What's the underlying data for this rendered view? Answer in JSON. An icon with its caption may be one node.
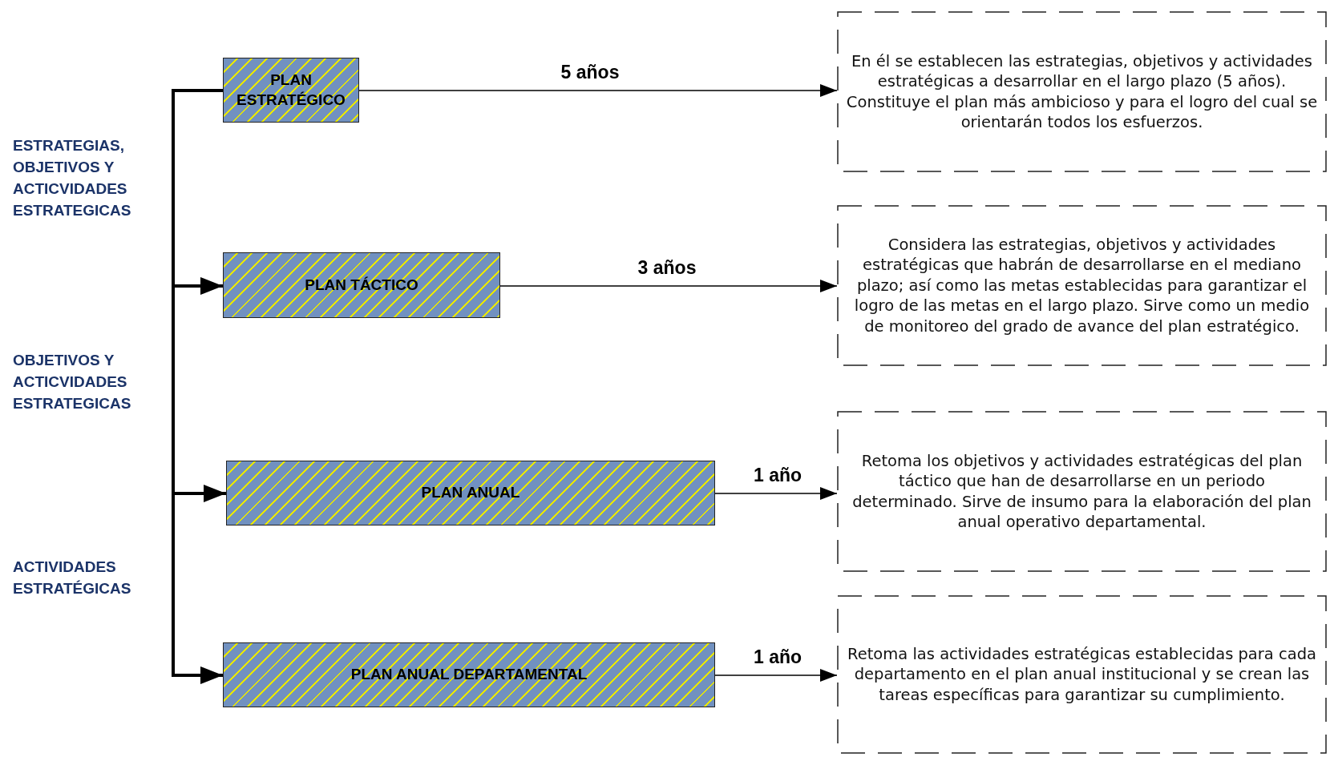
{
  "diagram": {
    "nodes": [
      {
        "text": [
          "PLAN ESTRATÉGICO"
        ]
      },
      {
        "text": [
          "PLAN TÁCTICO"
        ]
      },
      {
        "text": [
          "PLAN ANUAL"
        ]
      },
      {
        "text": [
          "PLAN ANUAL DEPARTAMENTAL"
        ]
      },
      {
        "text": [
          "En él se establecen las estrategias, objetivos y actividades estratégicas a desarrollar en el largo plazo (5 años).  Constituye el plan más ambicioso y para el logro del cual se orientarán todos los esfuerzos."
        ]
      },
      {
        "text": [
          "Considera las estrategias, objetivos y actividades estratégicas que habrán de desarrollarse en el mediano plazo;  así como las metas establecidas para garantizar el logro de las metas en el largo plazo.  Sirve como un medio de monitoreo del grado de avance del plan estratégico."
        ]
      },
      {
        "text": [
          "Retoma los objetivos y actividades estratégicas del plan táctico que han de desarrollarse en un periodo determinado.  Sirve de insumo para la elaboración del plan anual operativo departamental."
        ]
      },
      {
        "text": [
          "Retoma las actividades estratégicas establecidas para cada departamento en el plan anual institucional y se crean las tareas específicas para garantizar su cumplimiento."
        ]
      }
    ],
    "edges": [
      {
        "from": 0,
        "to": 1,
        "arrow": "to",
        "style": "thick"
      },
      {
        "from": 0,
        "to": 2,
        "arrow": "to",
        "style": "thick"
      },
      {
        "from": 0,
        "to": 3,
        "arrow": "to",
        "style": "thick"
      },
      {
        "from": 0,
        "to": 4,
        "arrow": "to",
        "label": "5 años"
      },
      {
        "from": 1,
        "to": 5,
        "arrow": "to",
        "label": "3 años"
      },
      {
        "from": 2,
        "to": 6,
        "arrow": "to",
        "label": "1 año"
      },
      {
        "from": 3,
        "to": 7,
        "arrow": "to",
        "label": "1 año"
      }
    ],
    "labels": [
      "ESTRATEGIAS, OBJETIVOS Y ACTICVIDADES ESTRATEGICAS",
      "OBJETIVOS Y ACTICVIDADES ESTRATEGICAS",
      "ACTIVIDADES ESTRATÉGICAS"
    ]
  }
}
